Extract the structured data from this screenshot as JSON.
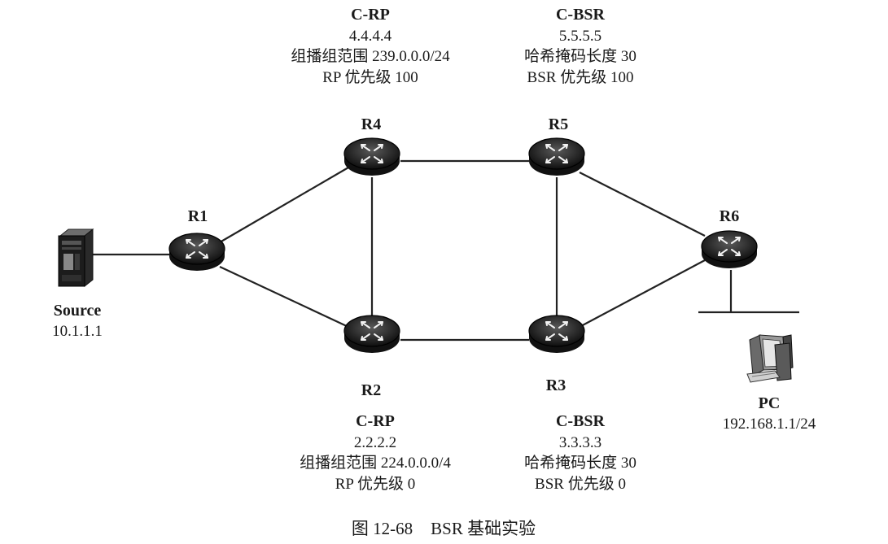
{
  "routers": {
    "r1": {
      "label": "R1"
    },
    "r2": {
      "label": "R2"
    },
    "r3": {
      "label": "R3"
    },
    "r4": {
      "label": "R4"
    },
    "r5": {
      "label": "R5"
    },
    "r6": {
      "label": "R6"
    }
  },
  "source": {
    "label": "Source",
    "ip": "10.1.1.1"
  },
  "pc": {
    "label": "PC",
    "ip": "192.168.1.1/24"
  },
  "r4_info": {
    "role": "C-RP",
    "address": "4.4.4.4",
    "line1": "组播组范围 239.0.0.0/24",
    "line2": "RP 优先级 100"
  },
  "r5_info": {
    "role": "C-BSR",
    "address": "5.5.5.5",
    "line1": "哈希掩码长度 30",
    "line2": "BSR 优先级 100"
  },
  "r2_info": {
    "role": "C-RP",
    "address": "2.2.2.2",
    "line1": "组播组范围 224.0.0.0/4",
    "line2": "RP 优先级 0"
  },
  "r3_info": {
    "role": "C-BSR",
    "address": "3.3.3.3",
    "line1": "哈希掩码长度 30",
    "line2": "BSR 优先级 0"
  },
  "caption": {
    "figure": "图 12-68",
    "title": "BSR 基础实验"
  }
}
